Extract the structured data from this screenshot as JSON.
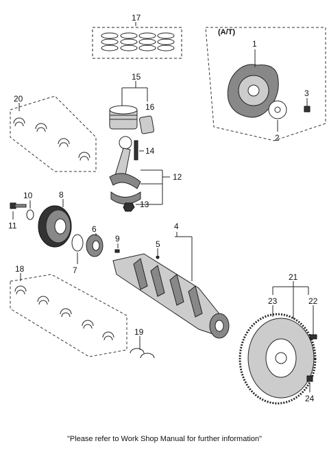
{
  "diagram": {
    "at_label": "(A/T)",
    "callouts": [
      "1",
      "2",
      "3",
      "4",
      "5",
      "6",
      "7",
      "8",
      "9",
      "10",
      "11",
      "12",
      "13",
      "14",
      "15",
      "16",
      "17",
      "18",
      "19",
      "20",
      "21",
      "22",
      "23",
      "24"
    ],
    "footer_note": "\"Please refer to Work Shop Manual for further information\""
  }
}
